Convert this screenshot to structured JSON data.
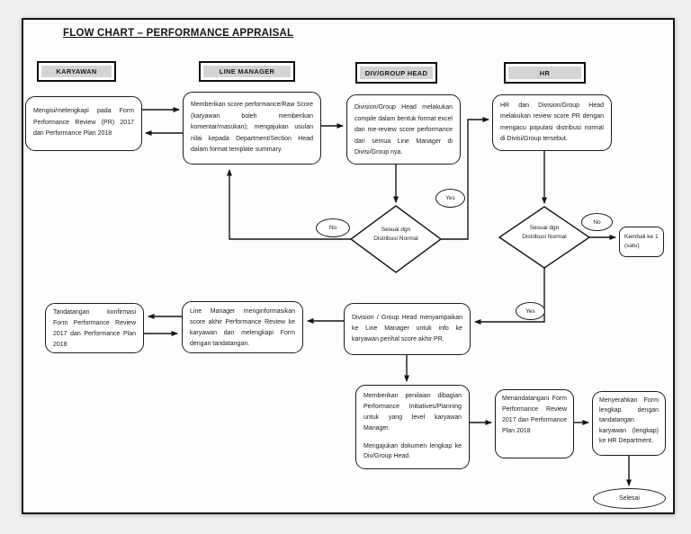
{
  "title": "FLOW CHART – PERFORMANCE APPRAISAL",
  "lanes": [
    {
      "label": "KARYAWAN"
    },
    {
      "label": "LINE MANAGER"
    },
    {
      "label": "DIV/GROUP HEAD"
    },
    {
      "label": "HR"
    }
  ],
  "nodes": {
    "karyawan_fill_form": "Mengisi/melengkapi pada Form Performance Review (PR) 2017 dan Performance Plan 2018",
    "lm_score": "Memberikan score performance/Raw Score (karyawan boleh memberikan komentar/masukan); mengajukan usulan nilai kepada Department/Section Head dalam format template summary.",
    "dgh_compile": "Division/Group Head melakukan compile dalam bentuk format excel dan me-review score performance dari semua Line Manager di Divisi/Group nya.",
    "hr_review": "HR dan Division/Group Head melakukan review score PR dengan mengacu populasi distribusi normal di Divisi/Group tersebut.",
    "decision1": "Sesuai dgn Distribusi Normal",
    "decision2": "Sesuai dgn Distribusi Normal",
    "kembali": "Kembali ke 1 (satu)",
    "karyawan_sign": "Tandatangan konfirmasi Form Performance Review 2017 dan Performance Plan 2018",
    "lm_inform": "Line Manager menginformasikan score akhir Performance Review ke karyawan dan melengkapi Form dengan tandatangan.",
    "dgh_inform": "Division / Group Head menyampaikan ke Line Manager untuk info ke karyawan perihal score akhir PR.",
    "penilaian_para1": "Memberikan penilaian dibagian Performance Initiatives/Planning untuk yang level karyawan Manager.",
    "penilaian_para2": "Mengajukan dokumen lengkap ke Div/Group Head.",
    "menandatangani": "Menandatangani Form Performance Review 2017 dan Performance Plan 2018",
    "menyerahkan": "Menyerahkan Form lengkap dengan tandatangan karyawan (lengkap) ke HR Department.",
    "selesai": "Selesai"
  },
  "labels": {
    "yes1": "Yes",
    "no1": "No",
    "yes2": "Yes",
    "no2": "No"
  },
  "colors": {
    "lane_header_fill": "#d4d4d4",
    "node_fill": "#ffffff",
    "line": "#141414",
    "page_bg": "#fdfdfd",
    "margin_bg": "#efefef"
  }
}
